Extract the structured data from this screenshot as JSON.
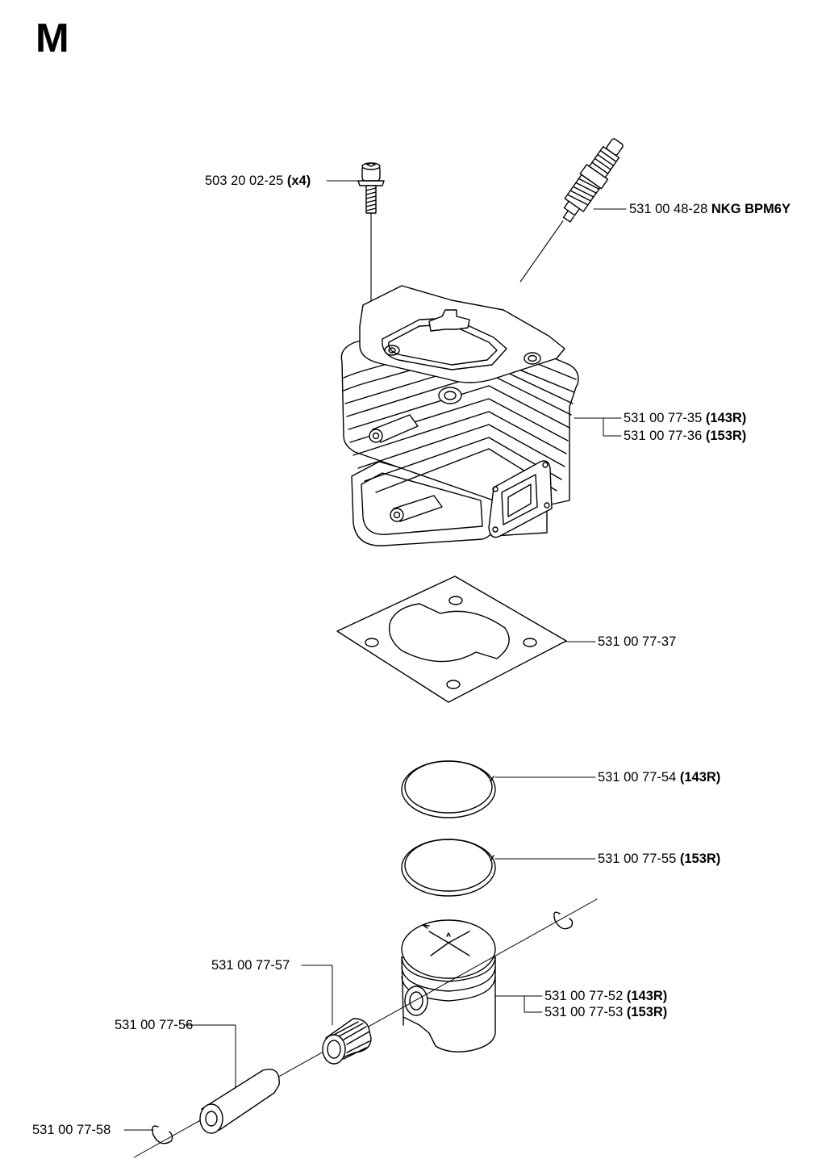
{
  "section_letter": "M",
  "parts": {
    "screw": {
      "number": "503 20 02-25",
      "note": "(x4)"
    },
    "spark_plug": {
      "number": "531 00 48-28",
      "note": "NKG BPM6Y"
    },
    "cylinder_143r": {
      "number": "531 00 77-35",
      "note": "(143R)"
    },
    "cylinder_153r": {
      "number": "531 00 77-36",
      "note": "(153R)"
    },
    "gasket": {
      "number": "531 00 77-37",
      "note": ""
    },
    "ring_143r": {
      "number": "531 00 77-54",
      "note": "(143R)"
    },
    "ring_153r": {
      "number": "531 00 77-55",
      "note": "(153R)"
    },
    "needle_bearing": {
      "number": "531 00 77-57",
      "note": ""
    },
    "piston_143r": {
      "number": "531 00 77-52",
      "note": "(143R)"
    },
    "piston_153r": {
      "number": "531 00 77-53",
      "note": "(153R)"
    },
    "piston_pin": {
      "number": "531 00 77-56",
      "note": ""
    },
    "circlip": {
      "number": "531 00 77-58",
      "note": ""
    }
  }
}
